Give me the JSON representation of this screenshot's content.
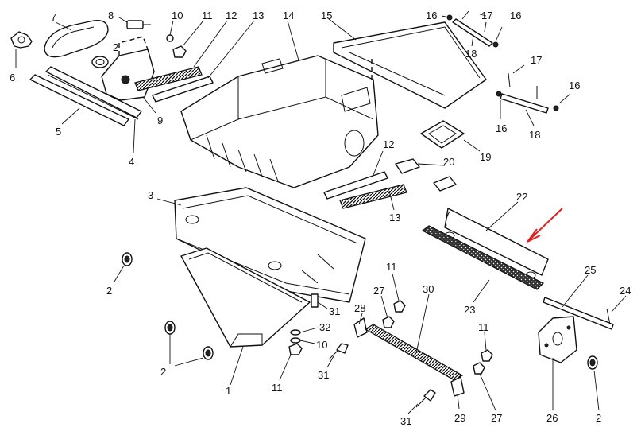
{
  "diagram": {
    "callouts": [
      {
        "id": "c7",
        "text": "7"
      },
      {
        "id": "c8",
        "text": "8"
      },
      {
        "id": "c10a",
        "text": "10"
      },
      {
        "id": "c11a",
        "text": "11"
      },
      {
        "id": "c12a",
        "text": "12"
      },
      {
        "id": "c13a",
        "text": "13"
      },
      {
        "id": "c14",
        "text": "14"
      },
      {
        "id": "c15",
        "text": "15"
      },
      {
        "id": "c16a",
        "text": "16"
      },
      {
        "id": "c17a",
        "text": "17"
      },
      {
        "id": "c16b",
        "text": "16"
      },
      {
        "id": "c6",
        "text": "6"
      },
      {
        "id": "c2a",
        "text": "2"
      },
      {
        "id": "c18a",
        "text": "18"
      },
      {
        "id": "c17b",
        "text": "17"
      },
      {
        "id": "c16c",
        "text": "16"
      },
      {
        "id": "c16d",
        "text": "16"
      },
      {
        "id": "c18b",
        "text": "18"
      },
      {
        "id": "c5",
        "text": "5"
      },
      {
        "id": "c9",
        "text": "9"
      },
      {
        "id": "c4",
        "text": "4"
      },
      {
        "id": "c19",
        "text": "19"
      },
      {
        "id": "c12b",
        "text": "12"
      },
      {
        "id": "c20",
        "text": "20"
      },
      {
        "id": "c3",
        "text": "3"
      },
      {
        "id": "c13b",
        "text": "13"
      },
      {
        "id": "c22",
        "text": "22"
      },
      {
        "id": "c2b",
        "text": "2"
      },
      {
        "id": "c11b",
        "text": "11"
      },
      {
        "id": "c23",
        "text": "23"
      },
      {
        "id": "c25",
        "text": "25"
      },
      {
        "id": "c30",
        "text": "30"
      },
      {
        "id": "c24",
        "text": "24"
      },
      {
        "id": "c27a",
        "text": "27"
      },
      {
        "id": "c28",
        "text": "28"
      },
      {
        "id": "c31a",
        "text": "31"
      },
      {
        "id": "c32",
        "text": "32"
      },
      {
        "id": "c10b",
        "text": "10"
      },
      {
        "id": "c11c",
        "text": "11"
      },
      {
        "id": "c2c",
        "text": "2"
      },
      {
        "id": "c31b",
        "text": "31"
      },
      {
        "id": "c1",
        "text": "1"
      },
      {
        "id": "c11d",
        "text": "11"
      },
      {
        "id": "c31c",
        "text": "31"
      },
      {
        "id": "c29",
        "text": "29"
      },
      {
        "id": "c27b",
        "text": "27"
      },
      {
        "id": "c26",
        "text": "26"
      },
      {
        "id": "c2d",
        "text": "2"
      }
    ],
    "highlight_arrow": {
      "color": "#e02020",
      "points_to": "22"
    }
  }
}
